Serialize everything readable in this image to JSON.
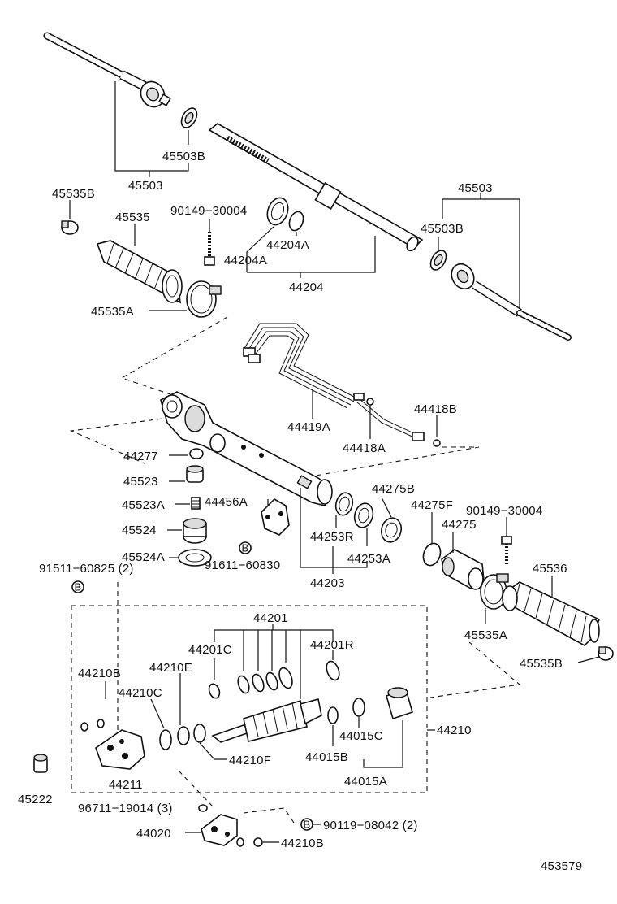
{
  "labels": {
    "p45503b_top": "45503B",
    "p45503_top": "45503",
    "p45535b_left": "45535B",
    "p45535": "45535",
    "p90149_top": "90149−30004",
    "p44204a_1": "44204A",
    "p44204a_2": "44204A",
    "p44204": "44204",
    "p45503_right": "45503",
    "p45503b_right": "45503B",
    "p45535a_top": "45535A",
    "p44419a": "44419A",
    "p44418b": "44418B",
    "p44418a": "44418A",
    "p44277": "44277",
    "p45523": "45523",
    "p45523a": "45523A",
    "p44456a": "44456A",
    "p44275b": "44275B",
    "p44275f": "44275F",
    "p90149_right": "90149−30004",
    "p44275": "44275",
    "p45524": "45524",
    "p44253r": "44253R",
    "p44253a": "44253A",
    "p45524a": "45524A",
    "p91511": "91511−60825 (2)",
    "p91611": "91611−60830",
    "p44203": "44203",
    "p45536": "45536",
    "p45535a_right": "45535A",
    "p44201": "44201",
    "p44201c": "44201C",
    "p44201r": "44201R",
    "p45535b_right": "45535B",
    "p44210b_top": "44210B",
    "p44210e": "44210E",
    "p44210c": "44210C",
    "p44015c": "44015C",
    "p44210": "44210",
    "p44210f": "44210F",
    "p44015b": "44015B",
    "p44211": "44211",
    "p44015a": "44015A",
    "p45222": "45222",
    "p96711": "96711−19014 (3)",
    "p90119": "90119−08042 (2)",
    "p44020": "44020",
    "p44210b_bottom": "44210B",
    "diagram_number": "453579",
    "marker_b": "B"
  }
}
